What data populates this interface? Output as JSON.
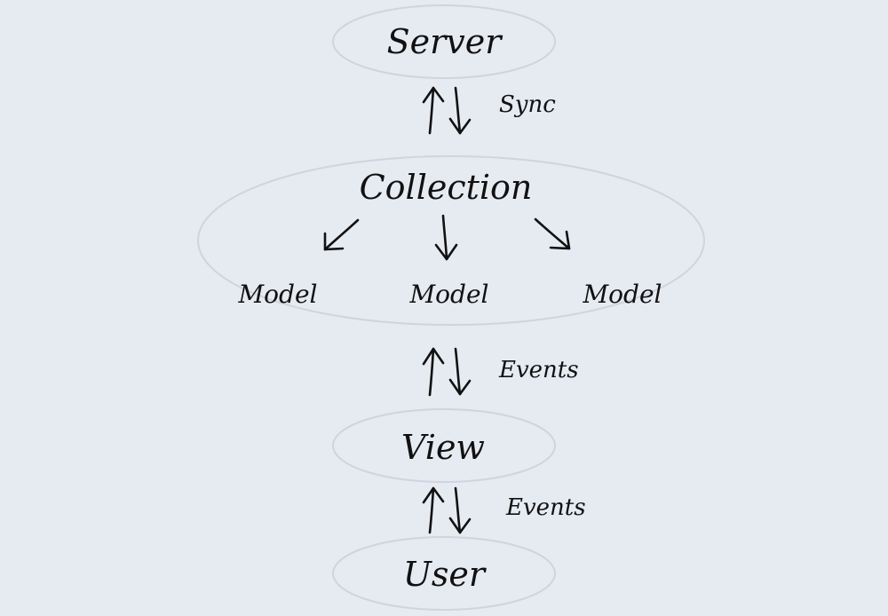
{
  "nodes": {
    "server": "Server",
    "collection": "Collection",
    "view": "View",
    "user": "User",
    "models": [
      "Model",
      "Model",
      "Model"
    ]
  },
  "edges": {
    "server_collection": "Sync",
    "collection_view": "Events",
    "view_user": "Events"
  },
  "colors": {
    "background": "#e6eaf1",
    "ellipse_stroke": "#cfd4de",
    "ink": "#111111"
  }
}
